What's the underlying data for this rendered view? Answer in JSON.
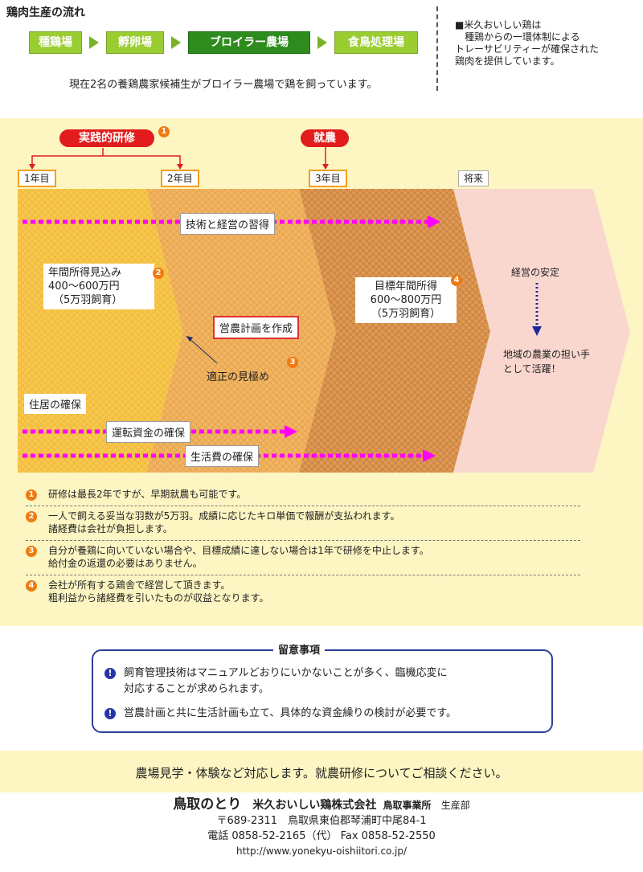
{
  "header": {
    "title": "鶏肉生産の流れ",
    "flow": [
      "種鶏場",
      "孵卵場",
      "ブロイラー農場",
      "食鳥処理場"
    ],
    "note": "現在2名の養鶏農家候補生がブロイラー農場で鶏を飼っています。"
  },
  "side_note": [
    "■米久おいしい鶏は",
    "種鶏からの一環体制による",
    "トレーサビリティーが確保された",
    "鶏肉を提供しています。"
  ],
  "timeline": {
    "training_label": "実践的研修",
    "training_num": "1",
    "employment_label": "就農",
    "years": [
      "1年目",
      "2年目",
      "3年目",
      "将来"
    ],
    "labels": {
      "skills": "技術と経営の習得",
      "income1": [
        "年間所得見込み",
        "400～600万円",
        "（5万羽飼育）"
      ],
      "income1_num": "2",
      "plan": "営農計画を作成",
      "judge": "適正の見極め",
      "judge_num": "3",
      "target": [
        "目標年間所得",
        "600～800万円",
        "（5万羽飼育）"
      ],
      "target_num": "4",
      "stable": "経営の安定",
      "future": [
        "地域の農業の担い手",
        "として活躍！"
      ],
      "housing": "住居の確保",
      "capital": "運転資金の確保",
      "living": "生活費の確保"
    }
  },
  "notes": [
    {
      "num": "1",
      "lines": [
        "研修は最長2年ですが、早期就農も可能です。"
      ]
    },
    {
      "num": "2",
      "lines": [
        "一人で飼える妥当な羽数が5万羽。成績に応じたキロ単価で報酬が支払われます。",
        "諸経費は会社が負担します。"
      ]
    },
    {
      "num": "3",
      "lines": [
        "自分が養鶏に向いていない場合や、目標成績に達しない場合は1年で研修を中止します。",
        "給付金の返還の必要はありません。"
      ]
    },
    {
      "num": "4",
      "lines": [
        "会社が所有する鶏舎で経営して頂きます。",
        "粗利益から諸経費を引いたものが収益となります。"
      ]
    }
  ],
  "caution": {
    "title": "留意事項",
    "icon": "!",
    "items": [
      [
        "飼育管理技術はマニュアルどおりにいかないことが多く、臨機応変に",
        "対応することが求められます。"
      ],
      [
        "営農計画と共に生活計画も立て、具体的な資金繰りの検討が必要です。"
      ]
    ]
  },
  "cta": "農場見学・体験など対応します。就農研修についてご相談ください。",
  "footer": {
    "logo": "鳥取のとり",
    "company": "米久おいしい鶏株式会社",
    "office": "鳥取事業所",
    "dept": "生産部",
    "address": "〒689-2311　鳥取県東伯郡琴浦町中尾84-1",
    "phone": "電話 0858-52-2165（代） Fax 0858-52-2550",
    "url": "http://www.yonekyu-oishiitori.co.jp/"
  },
  "colors": {
    "accent_red": "#e21c1c",
    "flow_green": "#9acd32",
    "flow_dark": "#2e8b1e",
    "orange": "#f07a10",
    "magenta": "#ff00ff",
    "navy": "#2b3f9a"
  }
}
